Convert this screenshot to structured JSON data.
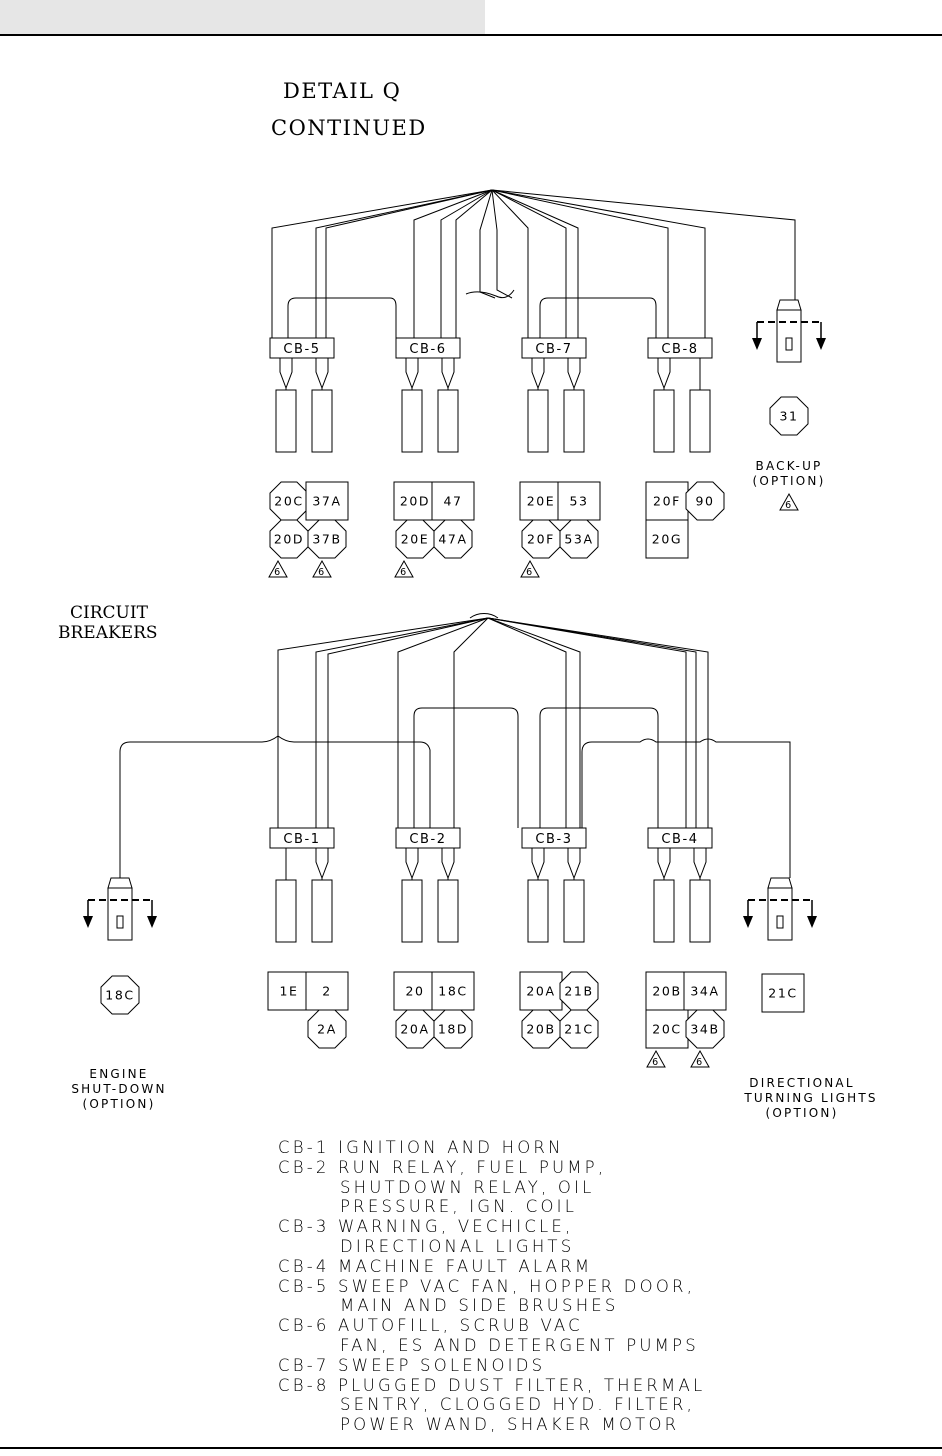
{
  "header": {
    "title_line1": "DETAIL Q",
    "title_line2": "CONTINUED"
  },
  "side_label": {
    "line1": "CIRCUIT",
    "line2": "BREAKERS"
  },
  "upper_group": {
    "breakers": [
      {
        "label": "CB-5",
        "top": [
          {
            "text": "20C",
            "shape": "octagon"
          },
          {
            "text": "37A",
            "shape": "square"
          }
        ],
        "bottom": [
          {
            "text": "20D",
            "shape": "octagon"
          },
          {
            "text": "37B",
            "shape": "octagon"
          }
        ],
        "notes": [
          "6",
          "6"
        ]
      },
      {
        "label": "CB-6",
        "top": [
          {
            "text": "20D",
            "shape": "square"
          },
          {
            "text": "47",
            "shape": "square"
          }
        ],
        "bottom": [
          {
            "text": "20E",
            "shape": "octagon"
          },
          {
            "text": "47A",
            "shape": "octagon"
          }
        ],
        "notes": [
          "6"
        ]
      },
      {
        "label": "CB-7",
        "top": [
          {
            "text": "20E",
            "shape": "square"
          },
          {
            "text": "53",
            "shape": "square"
          }
        ],
        "bottom": [
          {
            "text": "20F",
            "shape": "octagon"
          },
          {
            "text": "53A",
            "shape": "octagon"
          }
        ],
        "notes": [
          "6"
        ]
      },
      {
        "label": "CB-8",
        "top": [
          {
            "text": "20F",
            "shape": "square"
          },
          {
            "text": "90",
            "shape": "octagon"
          }
        ],
        "bottom": [
          {
            "text": "20G",
            "shape": "square"
          }
        ],
        "notes": []
      }
    ],
    "option": {
      "wire": "31",
      "line1": "BACK-UP",
      "line2": "(OPTION)",
      "note": "6"
    }
  },
  "lower_group": {
    "breakers": [
      {
        "label": "CB-1",
        "top": [
          {
            "text": "1E",
            "shape": "square"
          },
          {
            "text": "2",
            "shape": "square"
          }
        ],
        "bottom": [
          {
            "text": "2A",
            "shape": "octagon"
          }
        ],
        "notes": []
      },
      {
        "label": "CB-2",
        "top": [
          {
            "text": "20",
            "shape": "square"
          },
          {
            "text": "18C",
            "shape": "square"
          }
        ],
        "bottom": [
          {
            "text": "20A",
            "shape": "octagon"
          },
          {
            "text": "18D",
            "shape": "octagon"
          }
        ],
        "notes": []
      },
      {
        "label": "CB-3",
        "top": [
          {
            "text": "20A",
            "shape": "square"
          },
          {
            "text": "21B",
            "shape": "octagon"
          }
        ],
        "bottom": [
          {
            "text": "20B",
            "shape": "octagon"
          },
          {
            "text": "21C",
            "shape": "octagon"
          }
        ],
        "notes": []
      },
      {
        "label": "CB-4",
        "top": [
          {
            "text": "20B",
            "shape": "square"
          },
          {
            "text": "34A",
            "shape": "square"
          }
        ],
        "bottom": [
          {
            "text": "20C",
            "shape": "square"
          },
          {
            "text": "34B",
            "shape": "octagon"
          }
        ],
        "notes": [
          "6",
          "6"
        ]
      }
    ],
    "option_left": {
      "wire": "18C",
      "line1": "ENGINE",
      "line2": "SHUT-DOWN",
      "line3": "(OPTION)"
    },
    "option_right": {
      "wire": "21C",
      "line1": "DIRECTIONAL",
      "line2": "TURNING LIGHTS",
      "line3": "(OPTION)"
    }
  },
  "legend": [
    {
      "text": "CB-1 IGNITION AND HORN",
      "cont": false
    },
    {
      "text": "CB-2 RUN RELAY, FUEL PUMP,",
      "cont": false
    },
    {
      "text": "SHUTDOWN RELAY, OIL",
      "cont": true
    },
    {
      "text": "PRESSURE, IGN. COIL",
      "cont": true
    },
    {
      "text": "CB-3 WARNING, VECHICLE,",
      "cont": false
    },
    {
      "text": "DIRECTIONAL LIGHTS",
      "cont": true
    },
    {
      "text": "CB-4 MACHINE FAULT ALARM",
      "cont": false
    },
    {
      "text": "CB-5 SWEEP VAC FAN, HOPPER DOOR,",
      "cont": false
    },
    {
      "text": "MAIN AND SIDE BRUSHES",
      "cont": true
    },
    {
      "text": "CB-6 AUTOFILL, SCRUB VAC",
      "cont": false
    },
    {
      "text": "FAN, ES AND DETERGENT PUMPS",
      "cont": true
    },
    {
      "text": "CB-7 SWEEP SOLENOIDS",
      "cont": false
    },
    {
      "text": "CB-8 PLUGGED DUST FILTER, THERMAL",
      "cont": false
    },
    {
      "text": "SENTRY, CLOGGED HYD. FILTER,",
      "cont": true
    },
    {
      "text": "POWER WAND, SHAKER MOTOR",
      "cont": true
    }
  ]
}
